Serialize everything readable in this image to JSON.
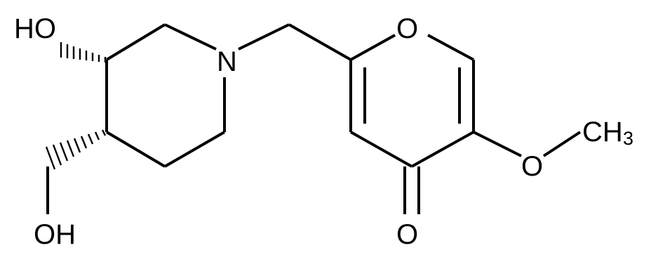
{
  "molecule": {
    "labels": {
      "hydroxyl_top": "HO",
      "hydroxyl_bottom": "OH",
      "nitrogen": "N",
      "ring_oxygen": "O",
      "carbonyl_oxygen": "O",
      "methoxy_oxygen": "O",
      "methyl_text": "CH",
      "methyl_subscript": "3"
    }
  }
}
